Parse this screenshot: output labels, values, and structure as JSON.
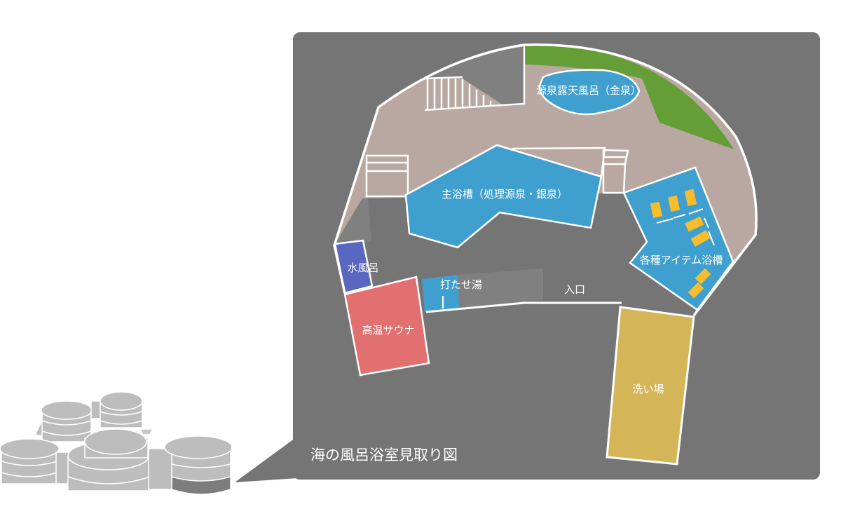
{
  "title": "海の風呂浴室見取り図",
  "areas": {
    "open_air_bath": "源泉露天風呂（金泉）",
    "main_bath": "主浴槽（処理源泉・銀泉）",
    "item_bath": "各種アイテム浴槽",
    "cold_bath": "水風呂",
    "sauna": "高温サウナ",
    "utase": "打たせ湯",
    "entrance": "入口",
    "washing_area": "洗い場"
  },
  "colors": {
    "panel": "#757575",
    "floor": "#b9a8a1",
    "water": "#3fa0cf",
    "garden": "#659e37",
    "cold_bath": "#5a67c0",
    "sauna": "#e37070",
    "washing": "#d4b558",
    "seat": "#f7bd2b",
    "building": "#bdbdbd"
  }
}
